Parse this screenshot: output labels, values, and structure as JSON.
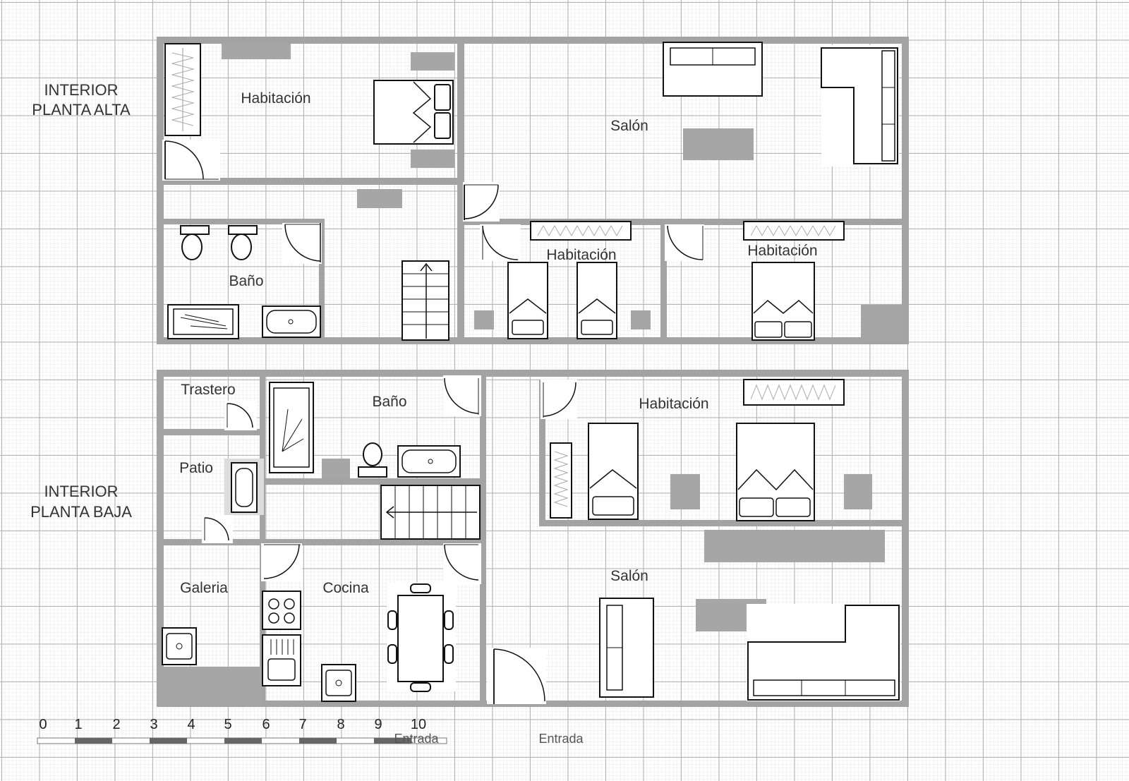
{
  "upper_floor": {
    "title_line1": "INTERIOR",
    "title_line2": "PLANTA ALTA",
    "rooms": {
      "bedroom_1": "Habitación",
      "living": "Salón",
      "bathroom": "Baño",
      "bedroom_2": "Habitación",
      "bedroom_3": "Habitación"
    }
  },
  "lower_floor": {
    "title_line1": "INTERIOR",
    "title_line2": "PLANTA BAJA",
    "rooms": {
      "storage": "Trastero",
      "bathroom": "Baño",
      "bedroom": "Habitación",
      "patio": "Patio",
      "gallery": "Galeria",
      "kitchen": "Cocina",
      "living": "Salón"
    }
  },
  "scale": {
    "ticks": [
      "0",
      "1",
      "2",
      "3",
      "4",
      "5",
      "6",
      "7",
      "8",
      "9",
      "10"
    ]
  },
  "entrances": [
    "Entrada",
    "Entrada"
  ],
  "colors": {
    "wall": "#a3a3a3",
    "grid_major": "#b5b5b5",
    "grid_minor": "#e2e2e2"
  }
}
